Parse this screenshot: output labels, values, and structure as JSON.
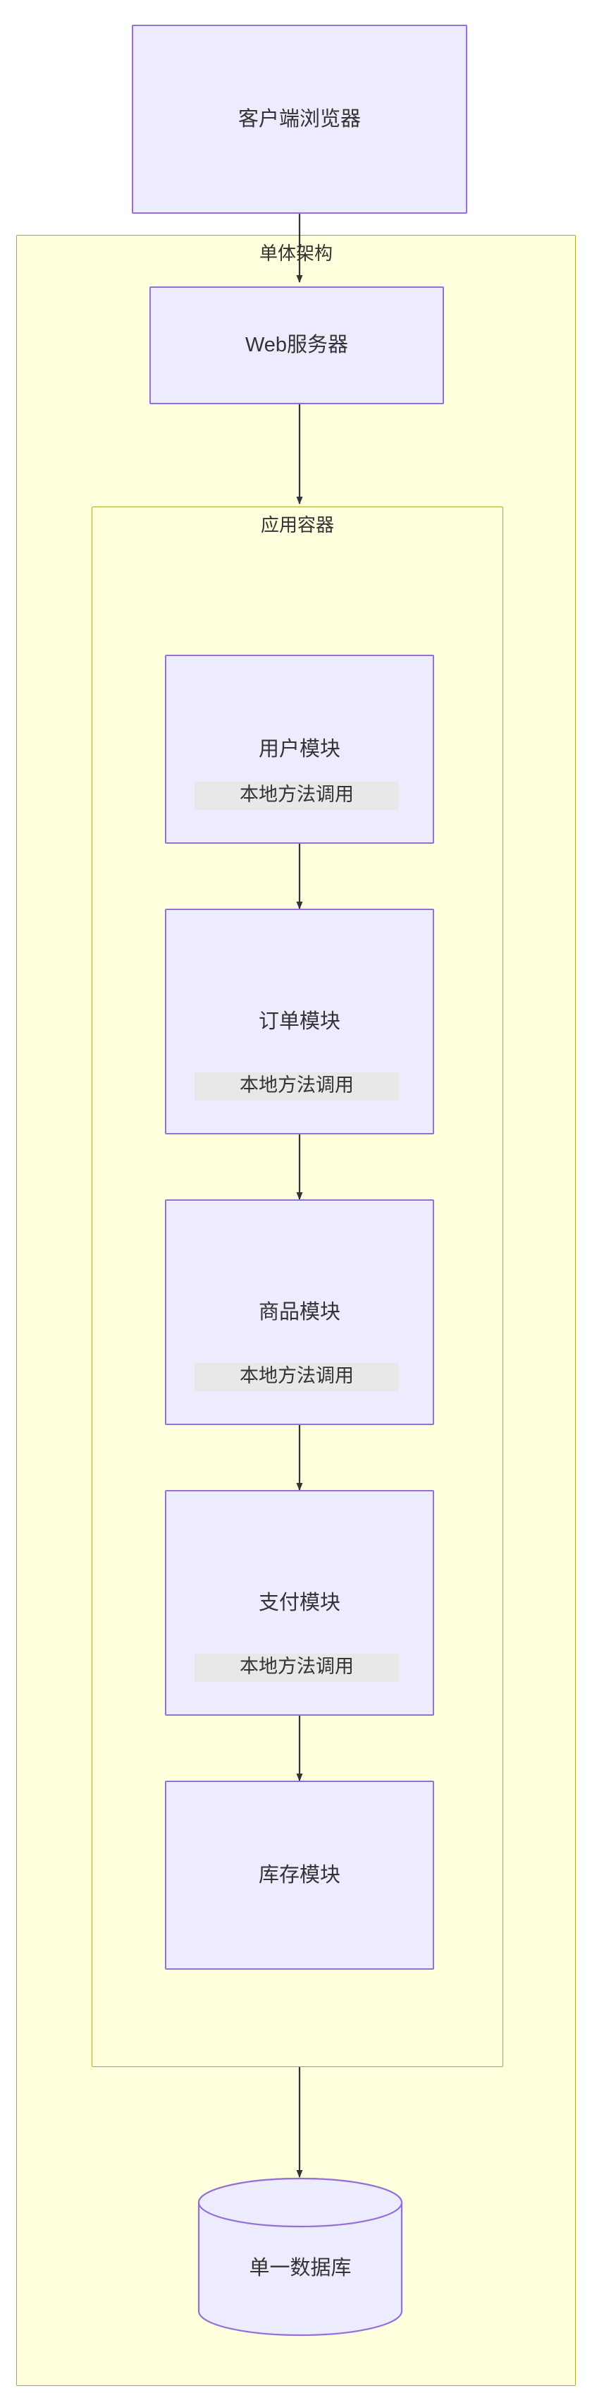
{
  "diagram": {
    "type": "flowchart",
    "direction": "top-down",
    "title": "单体架构",
    "background_color": "#ffffff",
    "palette": {
      "cluster_fill": "#ffffde",
      "cluster_stroke": "#aaaa33",
      "node_fill": "#ececfe",
      "node_stroke": "#9370db",
      "edge_stroke": "#333333",
      "edge_label_bg": "#e8e8e8",
      "text_color": "#333333"
    }
  },
  "nodes": {
    "client": {
      "label": "客户端浏览器",
      "shape": "rect"
    },
    "web_server": {
      "label": "Web服务器",
      "shape": "rect"
    },
    "user_module": {
      "label": "用户模块",
      "shape": "rect"
    },
    "order_module": {
      "label": "订单模块",
      "shape": "rect"
    },
    "product_module": {
      "label": "商品模块",
      "shape": "rect"
    },
    "payment_module": {
      "label": "支付模块",
      "shape": "rect"
    },
    "inventory_module": {
      "label": "库存模块",
      "shape": "rect"
    },
    "database": {
      "label": "单一数据库",
      "shape": "cylinder"
    }
  },
  "clusters": {
    "monolith": {
      "label": "单体架构"
    },
    "app_container": {
      "label": "应用容器"
    }
  },
  "edges": [
    {
      "from": "client",
      "to": "web_server",
      "label": ""
    },
    {
      "from": "web_server",
      "to": "app_container",
      "label": ""
    },
    {
      "from": "user_module",
      "to": "order_module",
      "label": "本地方法调用"
    },
    {
      "from": "order_module",
      "to": "product_module",
      "label": "本地方法调用"
    },
    {
      "from": "product_module",
      "to": "payment_module",
      "label": "本地方法调用"
    },
    {
      "from": "payment_module",
      "to": "inventory_module",
      "label": "本地方法调用"
    },
    {
      "from": "app_container",
      "to": "database",
      "label": ""
    }
  ],
  "edge_labels": {
    "l1": "本地方法调用",
    "l2": "本地方法调用",
    "l3": "本地方法调用",
    "l4": "本地方法调用"
  }
}
